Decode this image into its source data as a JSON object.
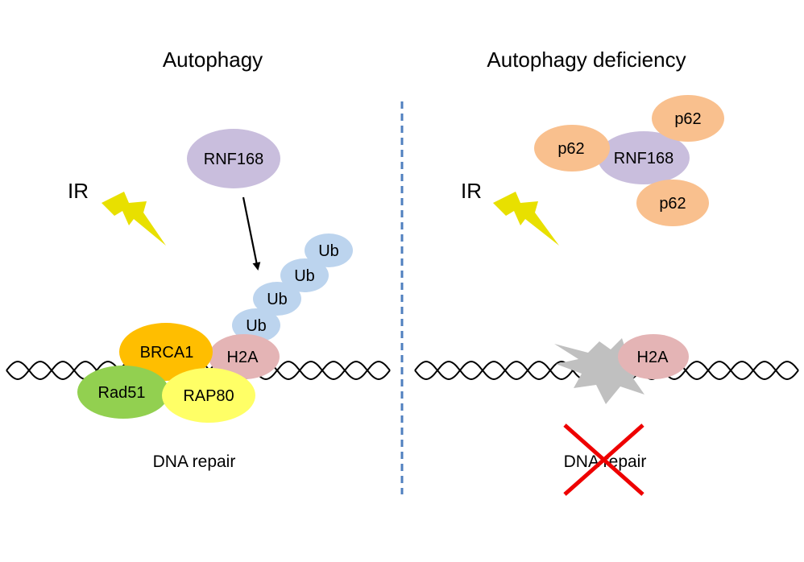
{
  "left_panel": {
    "title": "Autophagy",
    "ir_label": "IR",
    "rnf168": "RNF168",
    "ub_chain": [
      "Ub",
      "Ub",
      "Ub",
      "Ub"
    ],
    "h2a": "H2A",
    "complex": {
      "brca1": "BRCA1",
      "rad51": "Rad51",
      "rap80": "RAP80"
    },
    "outcome": "DNA repair"
  },
  "right_panel": {
    "title": "Autophagy deficiency",
    "ir_label": "IR",
    "rnf168": "RNF168",
    "p62": [
      "p62",
      "p62",
      "p62"
    ],
    "h2a": "H2A",
    "outcome": "DNA repair",
    "outcome_blocked": true
  },
  "colors": {
    "rnf168": "#c9bedd",
    "ub": "#bcd4ee",
    "h2a": "#e4b4b5",
    "brca1": "#ffbe00",
    "rad51": "#92d050",
    "rap80": "#ffff66",
    "p62": "#f9c08e",
    "lightning": "#e8e000",
    "damage": "#c0c0c0",
    "divider": "#4f7fbf",
    "cross": "#ee0000"
  }
}
